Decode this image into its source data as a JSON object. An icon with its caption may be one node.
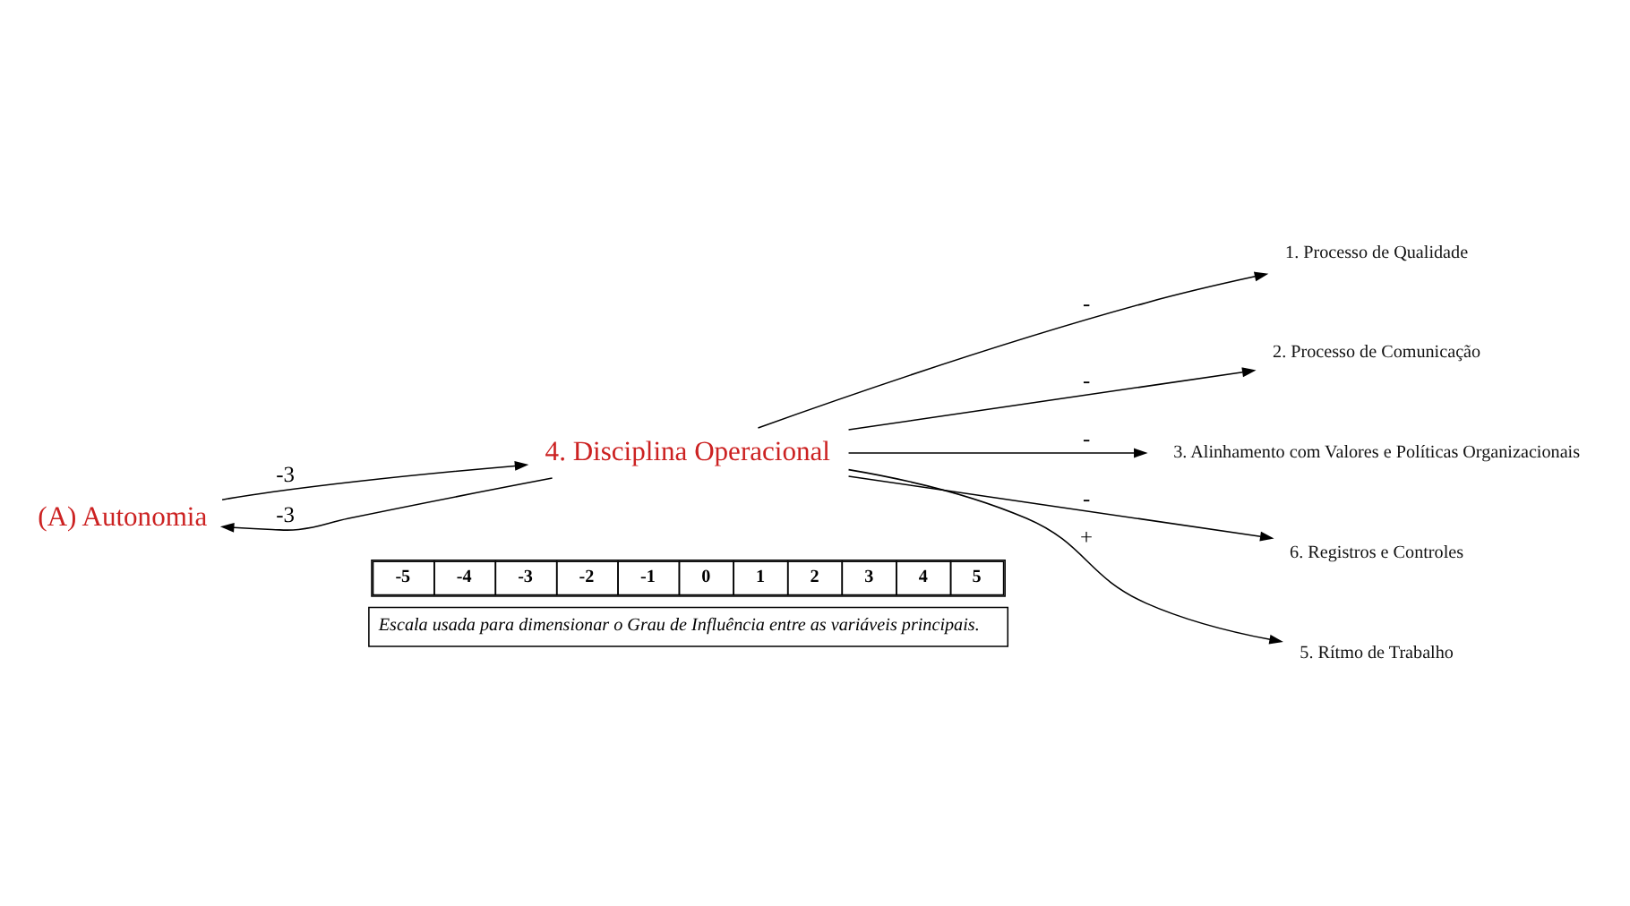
{
  "diagram": {
    "nodes": [
      {
        "text": [
          "(A) Autonomia"
        ]
      },
      {
        "text": [
          "4. Disciplina Operacional"
        ]
      },
      {
        "text": [
          "1. Processo de Qualidade"
        ]
      },
      {
        "text": [
          "2. Processo de Comunicação"
        ]
      },
      {
        "text": [
          "3. Alinhamento com Valores e Políticas Organizacionais"
        ]
      },
      {
        "text": [
          "6. Registros e Controles"
        ]
      },
      {
        "text": [
          "5. Rítmo de Trabalho"
        ]
      }
    ],
    "edges": [
      {
        "from": 0,
        "to": 1,
        "arrow": "to",
        "label": "-3"
      },
      {
        "from": 1,
        "to": 0,
        "arrow": "to",
        "label": "-3"
      },
      {
        "from": 1,
        "to": 2,
        "arrow": "to",
        "label": "-"
      },
      {
        "from": 1,
        "to": 3,
        "arrow": "to",
        "label": "-"
      },
      {
        "from": 1,
        "to": 4,
        "arrow": "to",
        "label": "-"
      },
      {
        "from": 1,
        "to": 5,
        "arrow": "to",
        "label": "-"
      },
      {
        "from": 1,
        "to": 6,
        "arrow": "to",
        "label": "+"
      }
    ],
    "labels": [
      "-5",
      "-4",
      "-3",
      "-2",
      "-1",
      "0",
      "1",
      "2",
      "3",
      "4",
      "5",
      "Escala usada para dimensionar o Grau de Influência entre as variáveis principais."
    ]
  }
}
